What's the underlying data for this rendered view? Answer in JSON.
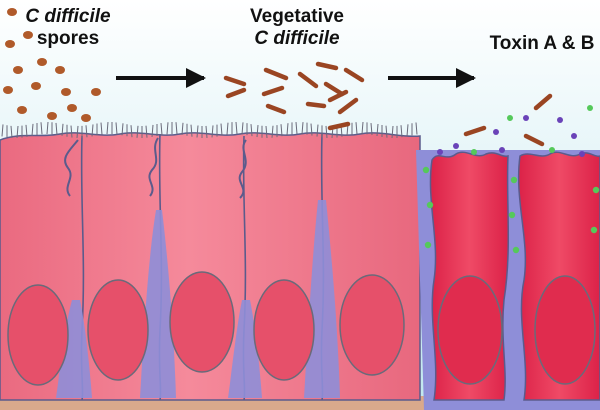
{
  "labels": {
    "spores": {
      "line1": "C difficile",
      "line2": "spores"
    },
    "vegetative": {
      "line1": "Vegetative",
      "line2": "C difficile"
    },
    "toxin": {
      "line1": "Toxin A & B"
    }
  },
  "arrows": [
    "arrow-spores-to-vegetative",
    "arrow-vegetative-to-toxin"
  ],
  "colors": {
    "lumen_top": "#ffffff",
    "lumen_bottom": "#bfe7ee",
    "cell_fill": "#f1778a",
    "cell_outline": "#5b5b8c",
    "damaged_cell_fill": "#e83355",
    "nucleus_fill": "#e6506a",
    "interstitial_purple": "#8e8ed8",
    "basement": "#d9a98c",
    "spore": "#b05a2a",
    "bacterium": "#9a4522",
    "toxin_purple": "#6a43b8",
    "toxin_green": "#55c95a"
  },
  "icons": [
    "spore-icon",
    "rod-bacterium-icon",
    "toxin-particle-icon",
    "right-arrow-icon"
  ]
}
